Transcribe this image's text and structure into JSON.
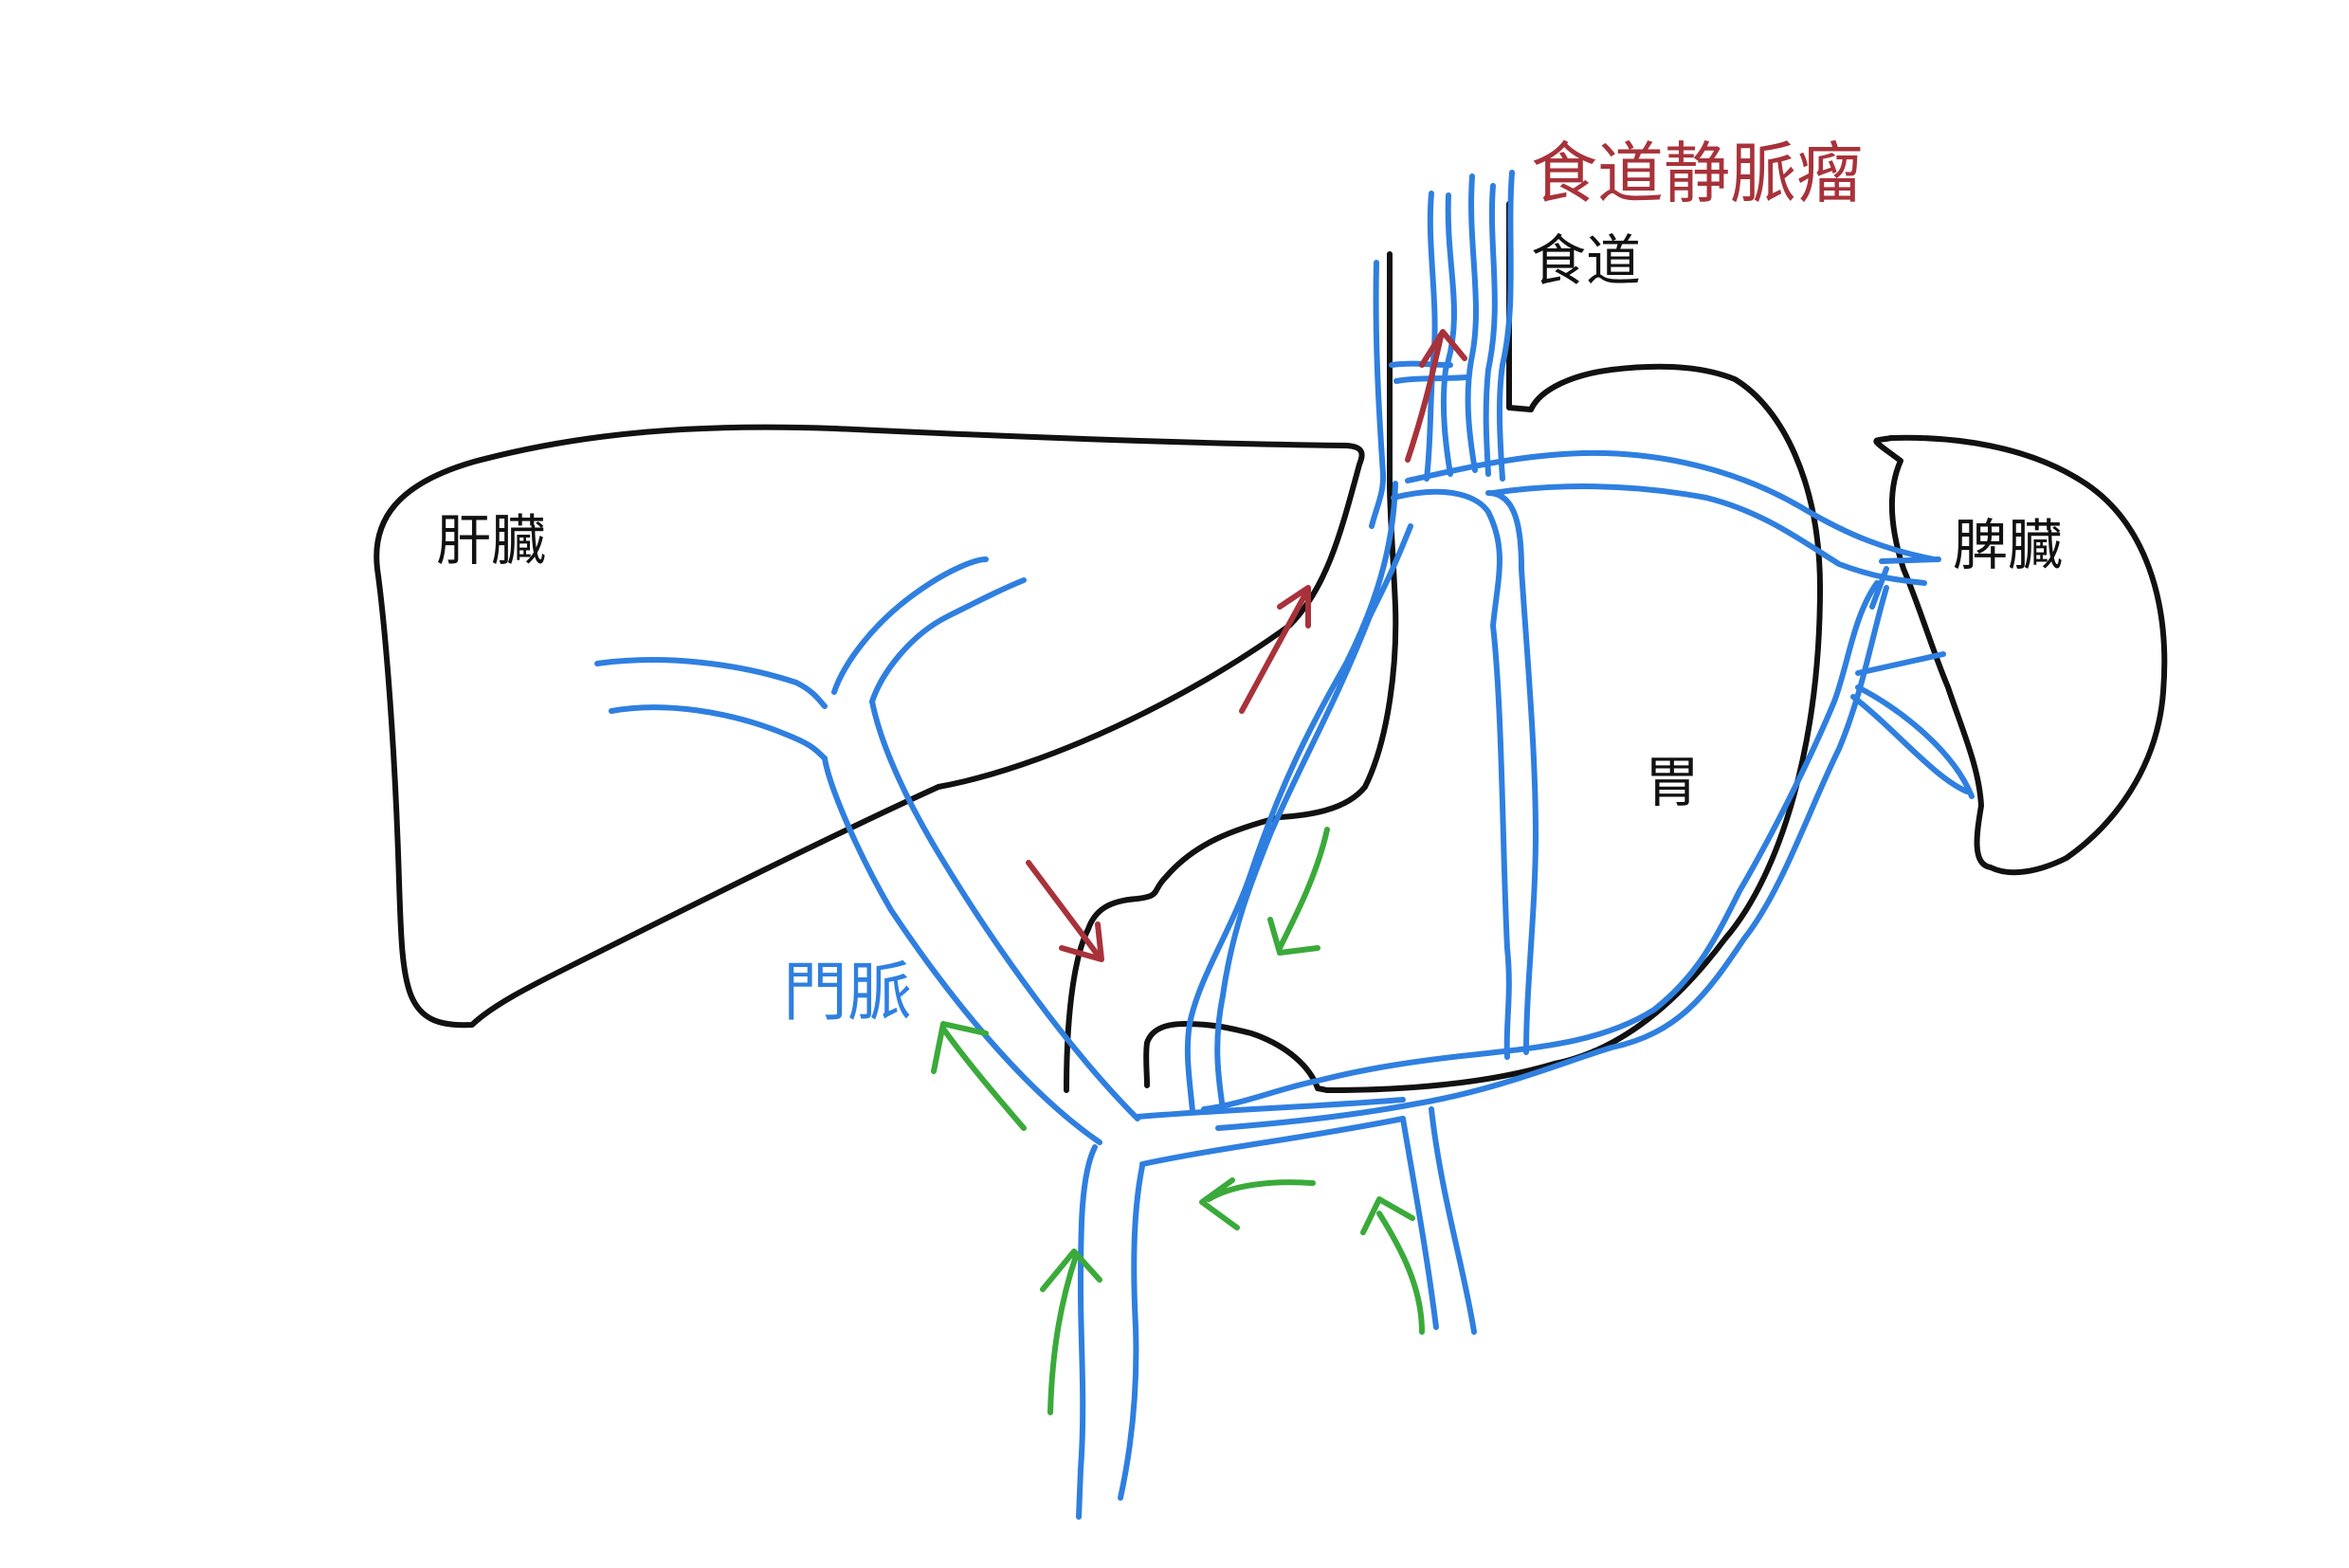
{
  "labels": {
    "varices": "食道静脈瘤",
    "esophagus": "食道",
    "liver": "肝臓",
    "spleen": "脾臓",
    "stomach": "胃",
    "portal_vein": "門脈"
  },
  "colors": {
    "outline": "#111111",
    "vein": "#2f7fe0",
    "collateral_arrow": "#a8323a",
    "portal_flow_arrow": "#3aaa3a",
    "varices_label": "#a8323a",
    "portal_label": "#2f7fe0"
  }
}
